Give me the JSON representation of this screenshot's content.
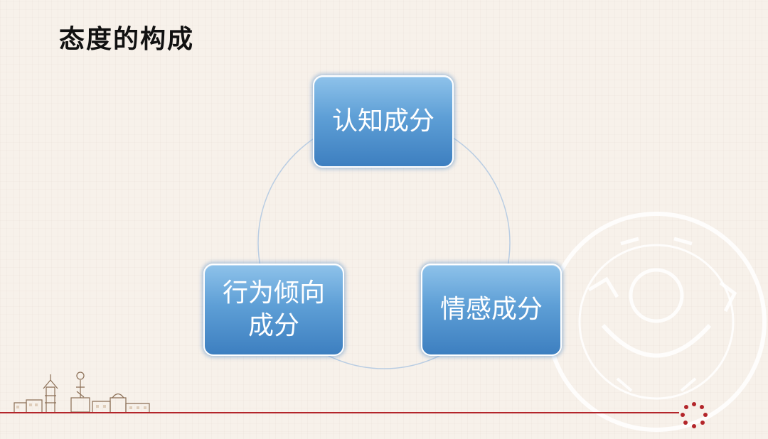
{
  "slide": {
    "title": "态度的构成"
  },
  "diagram": {
    "type": "cycle",
    "nodes": [
      {
        "id": "cognitive",
        "label": "认知成分"
      },
      {
        "id": "affective",
        "label": "情感成分"
      },
      {
        "id": "behavioral",
        "label": "行为倾向成分"
      }
    ]
  },
  "colors": {
    "node_fill_top": "#8ec2ea",
    "node_fill_bottom": "#3d7fc0",
    "node_border": "#ffffff",
    "cycle_line": "#b9cde3",
    "accent_red": "#b3252a",
    "title_text": "#111111"
  },
  "decorations": {
    "watermark_icon": "university-seal-icon",
    "skyline_icon": "campus-skyline-icon",
    "emblem_icon": "ring-emblem-icon"
  }
}
